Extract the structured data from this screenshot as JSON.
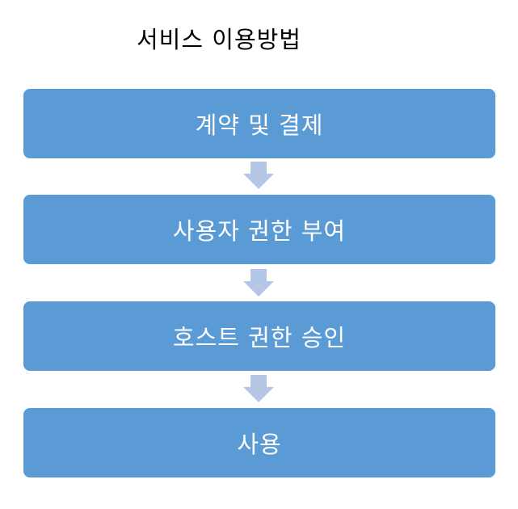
{
  "title": "서비스 이용방법",
  "colors": {
    "step_fill": "#5b9bd5",
    "arrow_fill": "#b4c7e7",
    "step_text": "#ffffff",
    "title_text": "#000000"
  },
  "steps": [
    {
      "label": "계약 및 결제"
    },
    {
      "label": "사용자 권한 부여"
    },
    {
      "label": "호스트 권한 승인"
    },
    {
      "label": "사용"
    }
  ],
  "arrows": [
    {
      "icon": "down-arrow-icon"
    },
    {
      "icon": "down-arrow-icon"
    },
    {
      "icon": "down-arrow-icon"
    }
  ]
}
